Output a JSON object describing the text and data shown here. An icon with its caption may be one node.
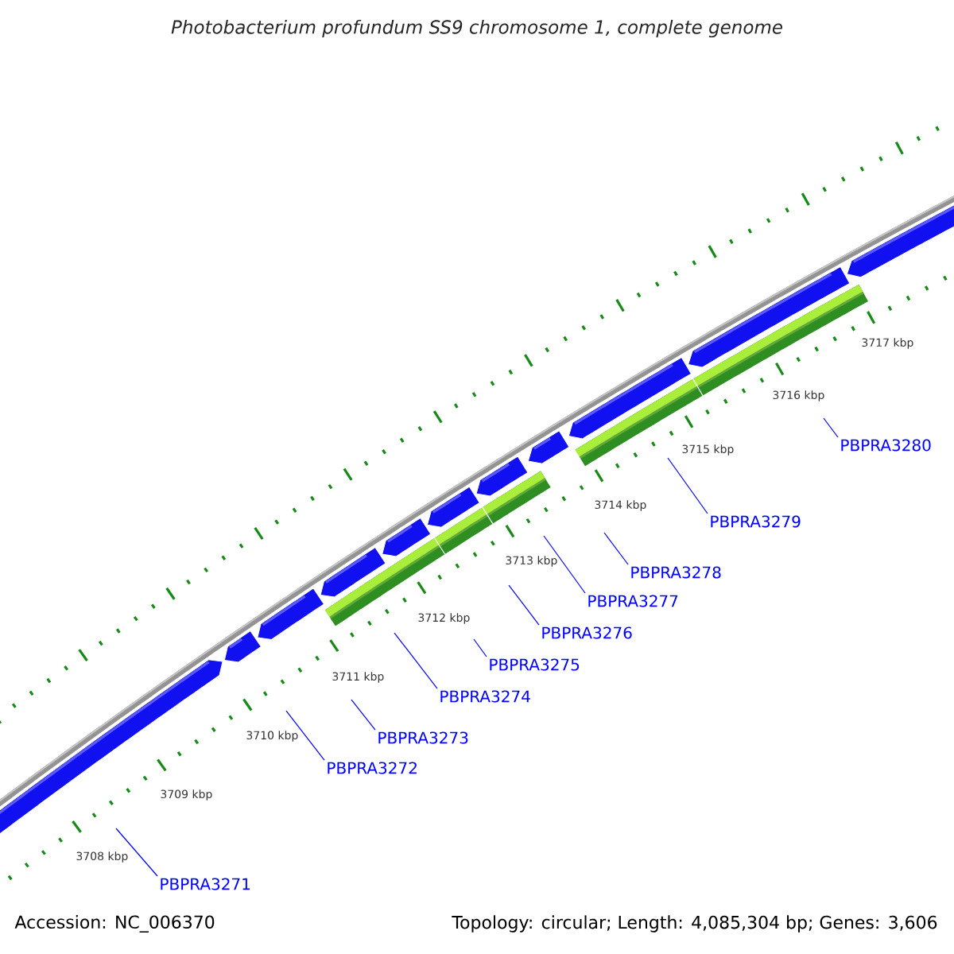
{
  "diagram": {
    "title": "Photobacterium profundum SS9 chromosome 1, complete genome",
    "nodes": [
      {
        "text": [
          "PBPRA3271"
        ]
      },
      {
        "text": [
          "PBPRA3272"
        ]
      },
      {
        "text": [
          "PBPRA3273"
        ]
      },
      {
        "text": [
          "PBPRA3274"
        ]
      },
      {
        "text": [
          "PBPRA3275"
        ]
      },
      {
        "text": [
          "PBPRA3276"
        ]
      },
      {
        "text": [
          "PBPRA3277"
        ]
      },
      {
        "text": [
          "PBPRA3278"
        ]
      },
      {
        "text": [
          "PBPRA3279"
        ]
      },
      {
        "text": [
          "PBPRA3280"
        ]
      }
    ],
    "edges": [
      {
        "from": 0,
        "to": null,
        "arrow": "none"
      },
      {
        "from": 1,
        "to": null,
        "arrow": "none"
      },
      {
        "from": 2,
        "to": null,
        "arrow": "none"
      },
      {
        "from": 3,
        "to": null,
        "arrow": "none"
      },
      {
        "from": 4,
        "to": null,
        "arrow": "none"
      },
      {
        "from": 5,
        "to": null,
        "arrow": "none"
      },
      {
        "from": 6,
        "to": null,
        "arrow": "none"
      },
      {
        "from": 7,
        "to": null,
        "arrow": "none"
      },
      {
        "from": 8,
        "to": null,
        "arrow": "none"
      },
      {
        "from": 9,
        "to": null,
        "arrow": "none"
      }
    ],
    "labels": [
      "3717 kbp",
      "3716 kbp",
      "3715 kbp",
      "3714 kbp",
      "3713 kbp",
      "3712 kbp",
      "3711 kbp",
      "3710 kbp",
      "3709 kbp",
      "3708 kbp",
      "Accession: NC_006370",
      "Topology: circular; Length: 4,085,304 bp; Genes: 3,606"
    ]
  }
}
